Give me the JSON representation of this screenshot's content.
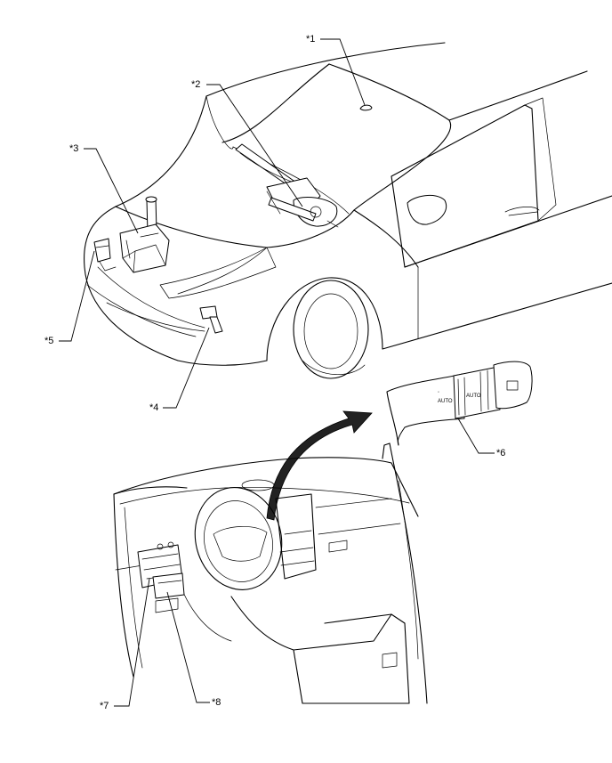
{
  "callouts": [
    {
      "id": "1",
      "text": "*1"
    },
    {
      "id": "2",
      "text": "*2"
    },
    {
      "id": "3",
      "text": "*3"
    },
    {
      "id": "4",
      "text": "*4"
    },
    {
      "id": "5",
      "text": "*5"
    },
    {
      "id": "6",
      "text": "*6"
    },
    {
      "id": "7",
      "text": "*7"
    },
    {
      "id": "8",
      "text": "*8"
    }
  ],
  "switch_markings": {
    "auto": "AUTO"
  }
}
